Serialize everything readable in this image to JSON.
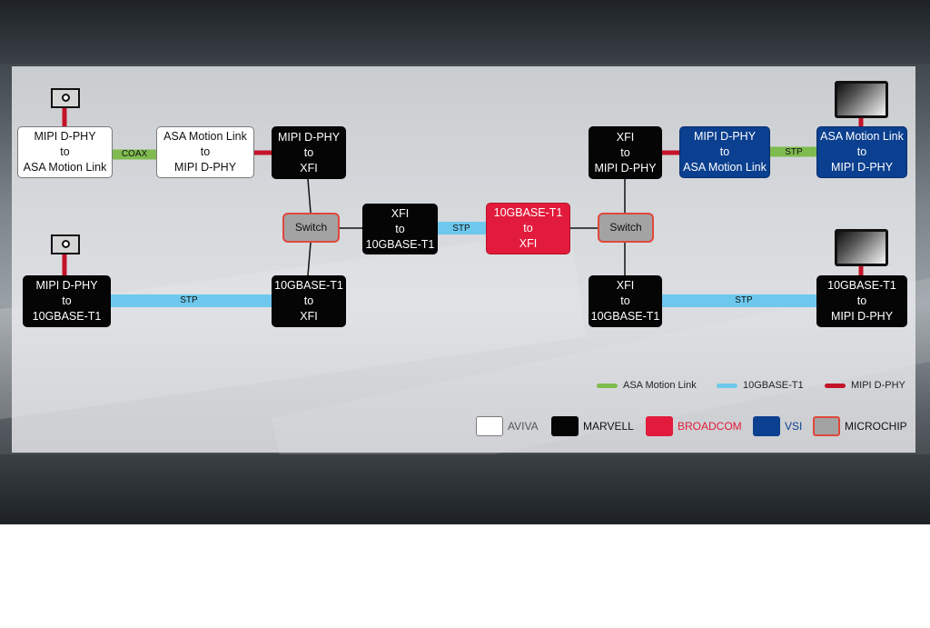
{
  "colors": {
    "asa_motion_link": "#7fbb4f",
    "tenGbase_t1": "#6ec8ee",
    "mipi_dphy": "#c4122a",
    "aviva": "#ffffff",
    "marvell": "#050505",
    "broadcom": "#e21b3c",
    "vsi": "#0b3f8f",
    "microchip": "#a3a3a3",
    "microchip_border": "#e0473c"
  },
  "nodes": {
    "mipi_to_asa": [
      "MIPI D-PHY",
      "to",
      "ASA Motion Link"
    ],
    "asa_to_mipi_left": [
      "ASA Motion Link",
      "to",
      "MIPI D-PHY"
    ],
    "mipi_to_xfi": [
      "MIPI D-PHY",
      "to",
      "XFI"
    ],
    "switch_left": "Switch",
    "xfi_to_10g_center": [
      "XFI",
      "to",
      "10GBASE-T1"
    ],
    "tenG_to_xfi_broadcom": [
      "10GBASE-T1",
      "to",
      "XFI"
    ],
    "switch_right": "Switch",
    "mipi_to_10g_left": [
      "MIPI D-PHY",
      "to",
      "10GBASE-T1"
    ],
    "tenG_to_xfi_left": [
      "10GBASE-T1",
      "to",
      "XFI"
    ],
    "xfi_to_mipi_right": [
      "XFI",
      "to",
      "MIPI D-PHY"
    ],
    "mipi_to_asa_vsi": [
      "MIPI D-PHY",
      "to",
      "ASA Motion Link"
    ],
    "asa_to_mipi_vsi": [
      "ASA Motion Link",
      "to",
      "MIPI D-PHY"
    ],
    "xfi_to_10g_right": [
      "XFI",
      "to",
      "10GBASE-T1"
    ],
    "tenG_to_mipi_right": [
      "10GBASE-T1",
      "to",
      "MIPI D-PHY"
    ]
  },
  "links": {
    "coax": "COAX",
    "stp_center": "STP",
    "stp_left": "STP",
    "stp_top_right": "STP",
    "stp_bottom_right": "STP"
  },
  "icons": {
    "camera": "camera-icon",
    "display": "display-icon"
  },
  "legend": {
    "lines": [
      {
        "label": "ASA Motion Link",
        "color": "#7fbb4f"
      },
      {
        "label": "10GBASE-T1",
        "color": "#6ec8ee"
      },
      {
        "label": "MIPI D-PHY",
        "color": "#c4122a"
      }
    ],
    "vendors": [
      {
        "label": "AVIVA",
        "text_color": "#555555"
      },
      {
        "label": "MARVELL",
        "text_color": "#111111"
      },
      {
        "label": "BROADCOM",
        "text_color": "#e21b3c"
      },
      {
        "label": "VSI",
        "text_color": "#0b3f8f"
      },
      {
        "label": "MICROCHIP",
        "text_color": "#111111"
      }
    ]
  }
}
